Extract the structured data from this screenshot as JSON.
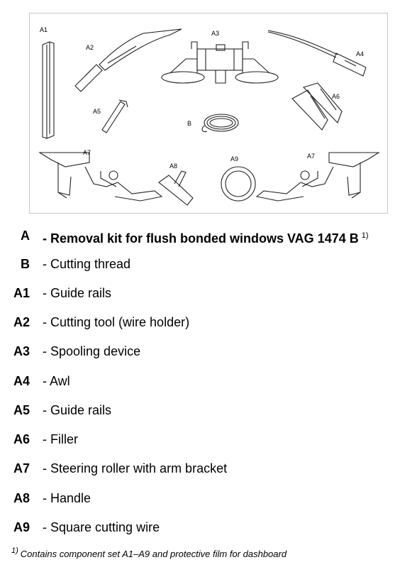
{
  "figure": {
    "labels": {
      "a1": "A1",
      "a2": "A2",
      "a3": "A3",
      "a4": "A4",
      "a5": "A5",
      "a6": "A6",
      "a7_left": "A7",
      "a7_right": "A7",
      "a8": "A8",
      "a9": "A9",
      "b": "B"
    }
  },
  "legend": {
    "items": [
      {
        "key": "A",
        "desc": "- Removal kit for flush bonded windows VAG 1474 B",
        "sup": "1)"
      },
      {
        "key": "B",
        "desc": "- Cutting thread"
      },
      {
        "key": "A1",
        "desc": "- Guide rails"
      },
      {
        "key": "A2",
        "desc": "- Cutting tool (wire holder)"
      },
      {
        "key": "A3",
        "desc": "- Spooling device"
      },
      {
        "key": "A4",
        "desc": "- Awl"
      },
      {
        "key": "A5",
        "desc": "- Guide rails"
      },
      {
        "key": "A6",
        "desc": "- Filler"
      },
      {
        "key": "A7",
        "desc": "- Steering roller with arm bracket"
      },
      {
        "key": "A8",
        "desc": "- Handle"
      },
      {
        "key": "A9",
        "desc": "- Square cutting wire"
      }
    ]
  },
  "footnote": {
    "mark": "1)",
    "text": "Contains component set A1–A9 and protective film for dashboard"
  }
}
